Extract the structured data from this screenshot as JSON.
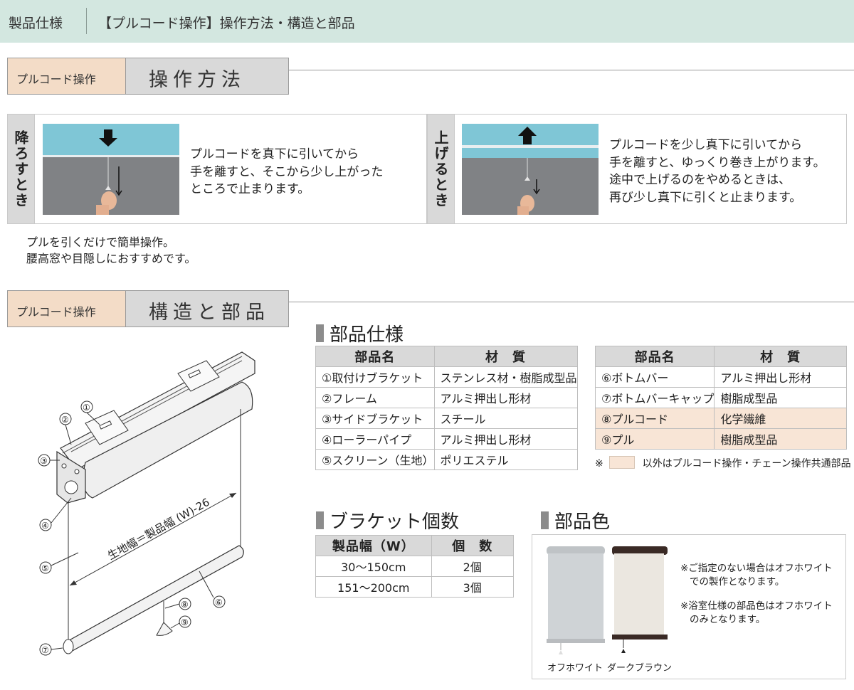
{
  "header": {
    "category": "製品仕様",
    "title": "【プルコード操作】操作方法・構造と部品"
  },
  "section1": {
    "tag": "プルコード操作",
    "title": "操作方法"
  },
  "lower": {
    "label": "降ろすとき",
    "desc": [
      "プルコードを真下に引いてから",
      "手を離すと、そこから少し上がった",
      "ところで止まります。"
    ]
  },
  "raise": {
    "label": "上げるとき",
    "desc": [
      "プルコードを少し真下に引いてから",
      "手を離すと、ゆっくり巻き上がります。",
      "途中で上げるのをやめるときは、",
      "再び少し真下に引くと止まります。"
    ]
  },
  "intro": [
    "プルを引くだけで簡単操作。",
    "腰高窓や目隠しにおすすめです。"
  ],
  "section2": {
    "tag": "プルコード操作",
    "title": "構造と部品"
  },
  "diagram": {
    "callouts": [
      "①",
      "②",
      "③",
      "④",
      "⑤",
      "⑥",
      "⑦",
      "⑧",
      "⑨"
    ],
    "width_label": "生地幅＝製品幅 (W)-26"
  },
  "parts_spec": {
    "heading": "部品仕様",
    "headers": [
      "部品名",
      "材　質"
    ],
    "left": [
      [
        "①取付けブラケット",
        "ステンレス材・樹脂成型品"
      ],
      [
        "②フレーム",
        "アルミ押出し形材"
      ],
      [
        "③サイドブラケット",
        "スチール"
      ],
      [
        "④ローラーパイプ",
        "アルミ押出し形材"
      ],
      [
        "⑤スクリーン（生地）",
        "ポリエステル"
      ]
    ],
    "right": [
      [
        "⑥ボトムバー",
        "アルミ押出し形材"
      ],
      [
        "⑦ボトムバーキャップ",
        "樹脂成型品"
      ],
      [
        "⑧プルコード",
        "化学繊維"
      ],
      [
        "⑨プル",
        "樹脂成型品"
      ]
    ],
    "highlighted_rows": [
      2,
      3
    ],
    "highlight_color": "#f8e5d6",
    "note_mark": "※",
    "note_text": "以外はプルコード操作・チェーン操作共通部品"
  },
  "bracket_count": {
    "heading": "ブラケット個数",
    "headers": [
      "製品幅（W）",
      "個　数"
    ],
    "rows": [
      [
        "30～150cm",
        "2個"
      ],
      [
        "151～200cm",
        "3個"
      ]
    ]
  },
  "part_color": {
    "heading": "部品色",
    "swatches": [
      {
        "name": "オフホワイト",
        "color": "#cfd3d6"
      },
      {
        "name": "ダークブラウン",
        "color": "#3a2a25"
      }
    ],
    "notes": [
      [
        "※ご指定のない場合はオフホワイト",
        "での製作となります。"
      ],
      [
        "※浴室仕様の部品色はオフホワイト",
        "のみとなります。"
      ]
    ]
  }
}
